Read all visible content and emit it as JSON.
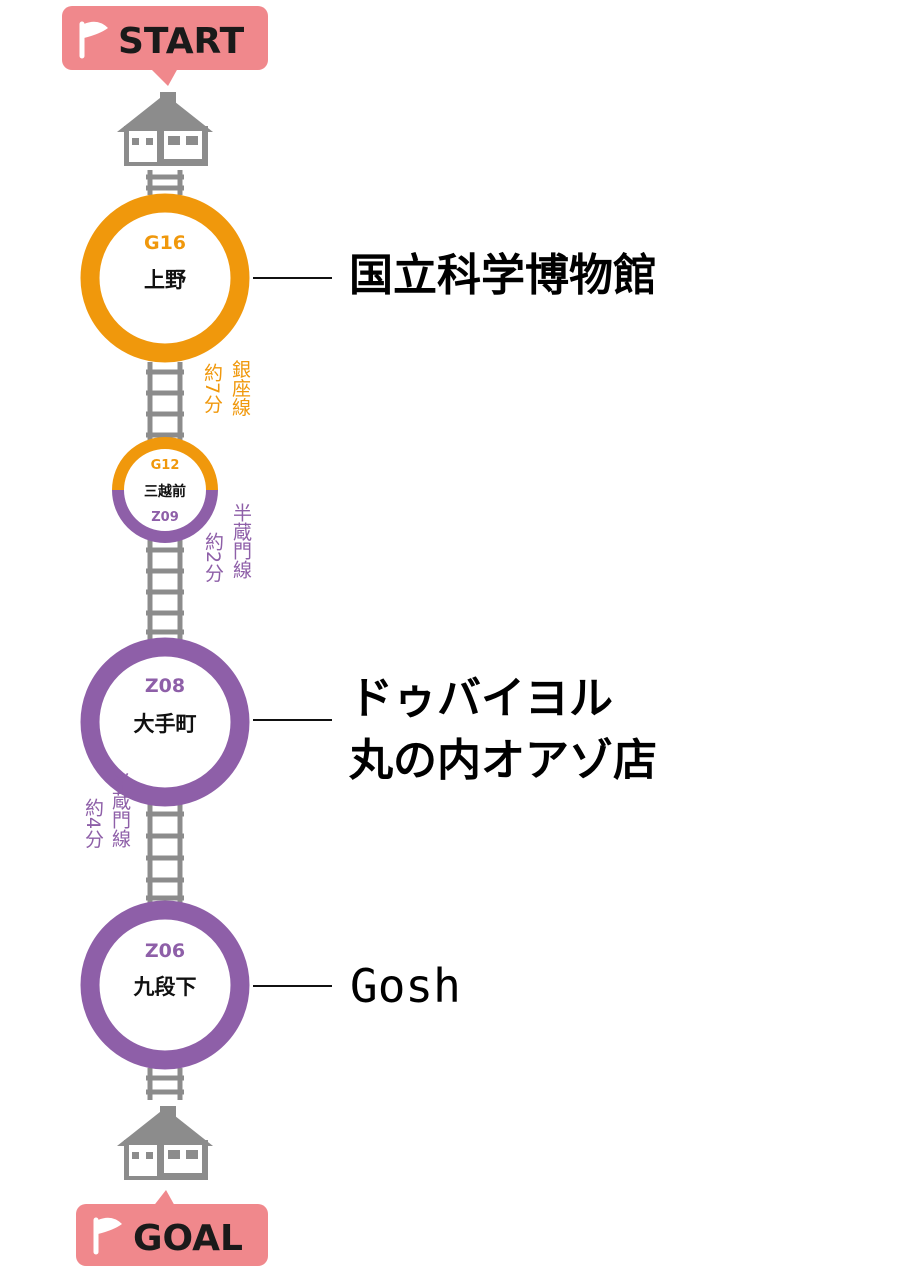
{
  "start_label": "START",
  "goal_label": "GOAL",
  "colors": {
    "ginza": "#f0980c",
    "hanzomon": "#8e5fa8",
    "flag": "#f0888c",
    "house": "#8c8c8c",
    "track": "#8c8c8c"
  },
  "icons": {
    "flag": "flag-icon",
    "house": "house-icon"
  },
  "stations": [
    {
      "code": "G16",
      "name": "上野"
    },
    {
      "code_top": "G12",
      "name": "三越前",
      "code_bottom": "Z09"
    },
    {
      "code": "Z08",
      "name": "大手町"
    },
    {
      "code": "Z06",
      "name": "九段下"
    }
  ],
  "legs": [
    {
      "line": "銀座線",
      "time": "約7分"
    },
    {
      "line": "半蔵門線",
      "time": "約2分"
    },
    {
      "line": "半蔵門線",
      "time": "約4分"
    }
  ],
  "destinations": [
    {
      "lines": [
        "国立科学博物館"
      ]
    },
    {
      "lines": [
        "ドゥバイヨル",
        "丸の内オアゾ店"
      ]
    },
    {
      "lines": [
        "Gosh"
      ]
    }
  ]
}
